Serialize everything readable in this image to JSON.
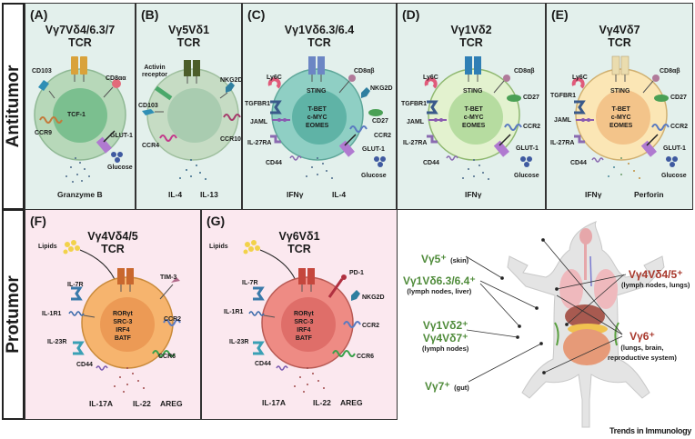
{
  "rows": {
    "antitumor": "Antitumor",
    "protumor": "Protumor"
  },
  "colors": {
    "antitumor_bg": "#e3f0ec",
    "protumor_bg": "#fbe8ef",
    "green_label": "#4f8b3a",
    "red_label": "#a8382c"
  },
  "panels": {
    "A": {
      "letter": "(A)",
      "title1": "Vγ7Vδ4/6.3/7",
      "title2": "TCR",
      "nucleus": [
        "TCF-1"
      ],
      "markers": [
        "CD103",
        "CD8αα",
        "CCR9",
        "GLUT-1",
        "Glucose"
      ],
      "outputs": [
        "Granzyme B"
      ],
      "cell_color": "#b7d8b9",
      "nucleus_color": "#7bbf8f",
      "tcr_color": "#d9a23a"
    },
    "B": {
      "letter": "(B)",
      "title1": "Vγ5Vδ1",
      "title2": "TCR",
      "nucleus": [],
      "markers": [
        "Activin receptor",
        "NKG2D",
        "CD103",
        "CCR4",
        "CCR10"
      ],
      "outputs": [
        "IL-4",
        "IL-13"
      ],
      "cell_color": "#c6dcc4",
      "nucleus_color": "#a9ccb0",
      "tcr_color": "#4c5e2a"
    },
    "C": {
      "letter": "(C)",
      "title1": "Vγ1Vδ6.3/6.4",
      "title2": "TCR",
      "sting": "STING",
      "nucleus": [
        "T-BET",
        "c-MYC",
        "EOMES"
      ],
      "markers": [
        "Ly6C",
        "CD8αβ",
        "NKG2D",
        "TGFBR1",
        "CD27",
        "JAML",
        "CCR2",
        "IL-27RA",
        "GLUT-1",
        "CD44",
        "Glucose"
      ],
      "outputs": [
        "IFNγ",
        "IL-4"
      ],
      "cell_color": "#8fcfc4",
      "nucleus_color": "#5fb3a6",
      "tcr_color": "#6c86c4"
    },
    "D": {
      "letter": "(D)",
      "title1": "Vγ1Vδ2",
      "title2": "TCR",
      "sting": "STING",
      "nucleus": [
        "T-BET",
        "c-MYC",
        "EOMES"
      ],
      "markers": [
        "Ly6C",
        "CD8αβ",
        "TGFBR1",
        "CD27",
        "JAML",
        "CCR2",
        "IL-27RA",
        "GLUT-1",
        "CD44",
        "Glucose"
      ],
      "outputs": [
        "IFNγ"
      ],
      "cell_color": "#e3f2cf",
      "nucleus_color": "#b6dca0",
      "tcr_color": "#2f7fb5"
    },
    "E": {
      "letter": "(E)",
      "title1": "Vγ4Vδ7",
      "title2": "TCR",
      "sting": "STING",
      "nucleus": [
        "T-BET",
        "c-MYC",
        "EOMES"
      ],
      "markers": [
        "Ly6C",
        "CD8αβ",
        "TGFBR1",
        "CD27",
        "JAML",
        "CCR2",
        "IL-27RA",
        "GLUT-1",
        "CD44",
        "Glucose"
      ],
      "outputs": [
        "IFNγ",
        "Perforin"
      ],
      "cell_color": "#fbe6b5",
      "nucleus_color": "#f3c48a",
      "tcr_color": "#eadcae"
    },
    "F": {
      "letter": "(F)",
      "title1": "Vγ4Vδ4/5",
      "title2": "TCR",
      "lipids": "Lipids",
      "nucleus": [
        "RORγt",
        "SRC-3",
        "IRF4",
        "BATF"
      ],
      "markers": [
        "IL-7R",
        "TIM-3",
        "IL-1R1",
        "CCR2",
        "IL-23R",
        "CCR6",
        "CD44"
      ],
      "outputs": [
        "IL-17A",
        "IL-22",
        "AREG"
      ],
      "cell_color": "#f6b46e",
      "nucleus_color": "#ec9a55",
      "tcr_color": "#c9682e"
    },
    "G": {
      "letter": "(G)",
      "title1": "Vγ6Vδ1",
      "title2": "TCR",
      "lipids": "Lipids",
      "nucleus": [
        "RORγt",
        "SRC-3",
        "IRF4",
        "BATF"
      ],
      "markers": [
        "IL-7R",
        "PD-1",
        "NKG2D",
        "IL-1R1",
        "CCR2",
        "IL-23R",
        "CCR6",
        "CD44"
      ],
      "outputs": [
        "IL-17A",
        "IL-22",
        "AREG"
      ],
      "cell_color": "#ee8b84",
      "nucleus_color": "#df6e69",
      "tcr_color": "#c5473d"
    }
  },
  "mouse": {
    "left": [
      {
        "name": "Vγ5⁺",
        "sub": "(skin)"
      },
      {
        "name": "Vγ1Vδ6.3/6.4⁺",
        "sub": "(lymph nodes, liver)"
      },
      {
        "name": "Vγ1Vδ2⁺",
        "name2": "Vγ4Vδ7⁺",
        "sub": "(lymph nodes)"
      },
      {
        "name": "Vγ7⁺",
        "sub": "(gut)"
      }
    ],
    "right": [
      {
        "name": "Vγ4Vδ4/5⁺",
        "sub": "(lymph nodes, lungs)"
      },
      {
        "name": "Vγ6⁺",
        "sub": "(lungs, brain,",
        "sub2": "reproductive system)"
      }
    ]
  },
  "credit": "Trends in Immunology"
}
